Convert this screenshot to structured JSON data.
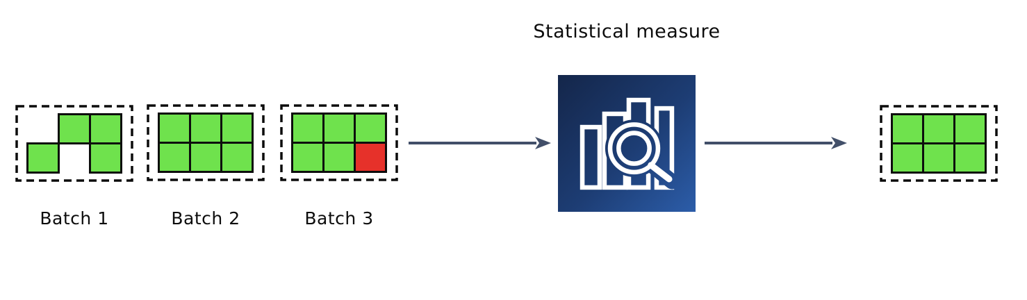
{
  "processor": {
    "label": "Statistical measure",
    "icon": "bar-chart-magnifier"
  },
  "batches": [
    {
      "label": "Batch 1",
      "cells": [
        [
          "empty",
          "green",
          "green"
        ],
        [
          "green",
          "empty",
          "green"
        ]
      ]
    },
    {
      "label": "Batch 2",
      "cells": [
        [
          "green",
          "green",
          "green"
        ],
        [
          "green",
          "green",
          "green"
        ]
      ]
    },
    {
      "label": "Batch 3",
      "cells": [
        [
          "green",
          "green",
          "green"
        ],
        [
          "green",
          "green",
          "red"
        ]
      ]
    }
  ],
  "output": {
    "cells": [
      [
        "green",
        "green",
        "green"
      ],
      [
        "green",
        "green",
        "green"
      ]
    ]
  },
  "arrows": [
    {
      "direction": "right"
    },
    {
      "direction": "right"
    }
  ],
  "colors": {
    "green": "#6fe24d",
    "red": "#e6312a",
    "cell_border": "#0d0d0d",
    "dash_border": "#0c0c0c",
    "text": "#0d0d0d",
    "arrow": "#424f69",
    "icon_gradient_start": "#14264a",
    "icon_gradient_mid": "#1d3d74",
    "icon_gradient_end": "#2c5da9",
    "icon_glyph": "#ffffff"
  }
}
